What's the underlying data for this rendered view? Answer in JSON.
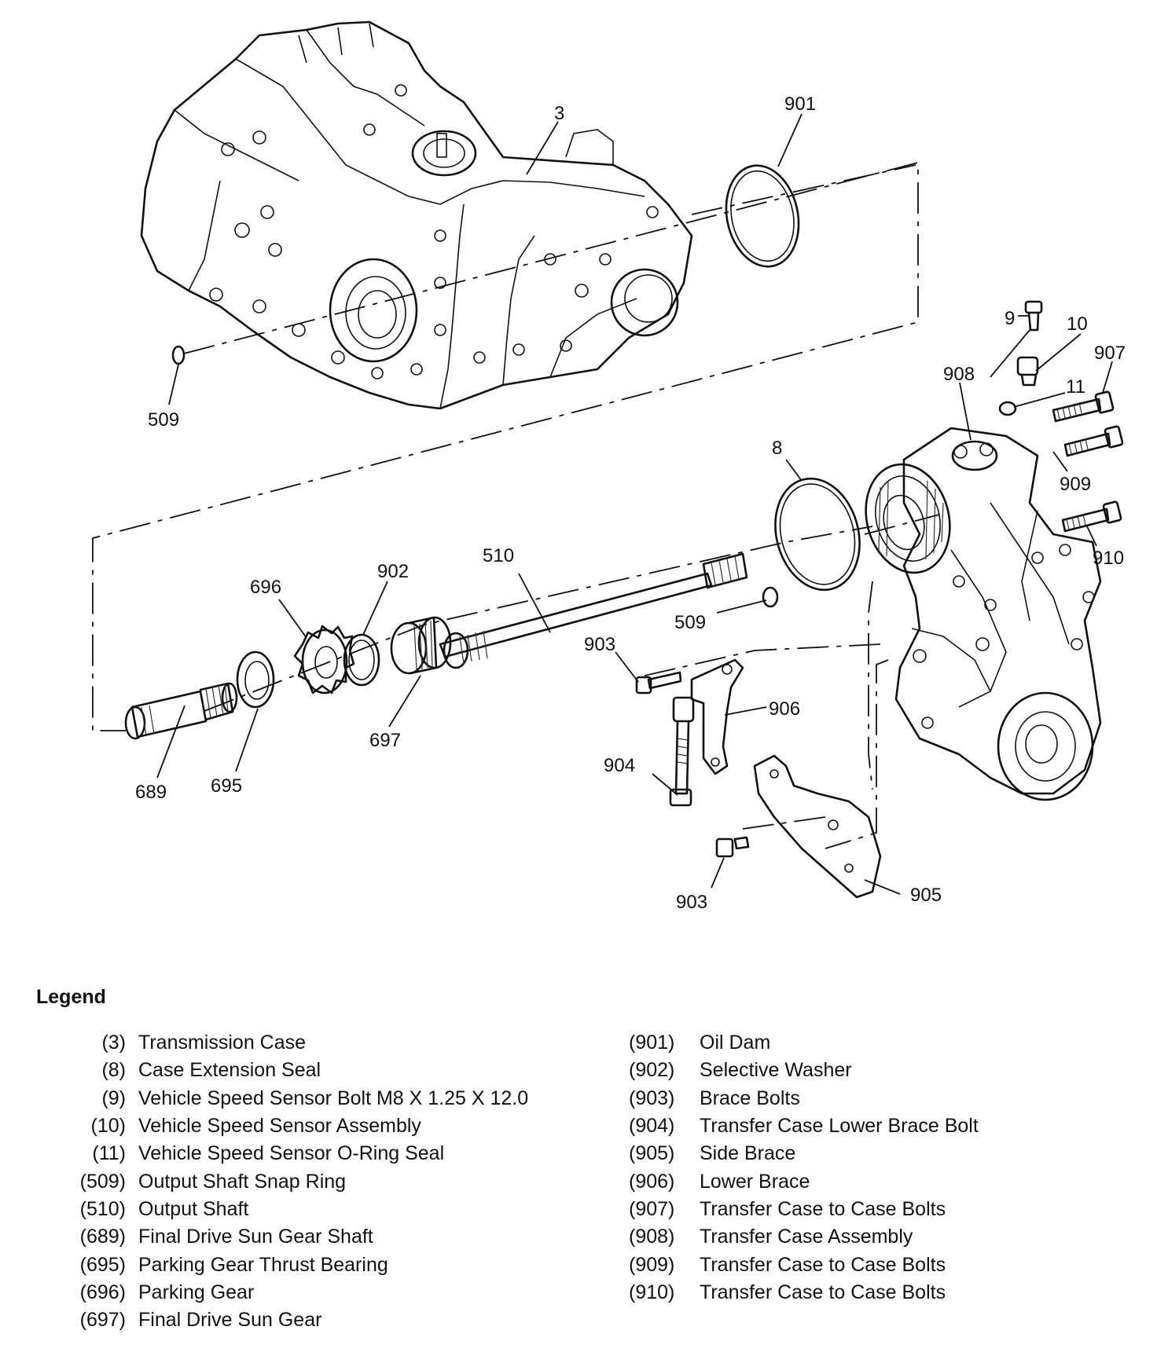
{
  "legend": {
    "title": "Legend",
    "left": [
      {
        "num": "(3)",
        "desc": "Transmission Case"
      },
      {
        "num": "(8)",
        "desc": "Case Extension Seal"
      },
      {
        "num": "(9)",
        "desc": "Vehicle Speed Sensor Bolt M8 X 1.25 X 12.0"
      },
      {
        "num": "(10)",
        "desc": "Vehicle Speed Sensor Assembly"
      },
      {
        "num": "(11)",
        "desc": "Vehicle Speed Sensor O-Ring Seal"
      },
      {
        "num": "(509)",
        "desc": "Output Shaft Snap Ring"
      },
      {
        "num": "(510)",
        "desc": "Output Shaft"
      },
      {
        "num": "(689)",
        "desc": "Final Drive Sun Gear Shaft"
      },
      {
        "num": "(695)",
        "desc": "Parking Gear Thrust Bearing"
      },
      {
        "num": "(696)",
        "desc": "Parking Gear"
      },
      {
        "num": "(697)",
        "desc": "Final Drive Sun Gear"
      }
    ],
    "right": [
      {
        "num": "(901)",
        "desc": "Oil Dam"
      },
      {
        "num": "(902)",
        "desc": "Selective Washer"
      },
      {
        "num": "(903)",
        "desc": "Brace Bolts"
      },
      {
        "num": "(904)",
        "desc": "Transfer Case Lower Brace Bolt"
      },
      {
        "num": "(905)",
        "desc": "Side Brace"
      },
      {
        "num": "(906)",
        "desc": "Lower Brace"
      },
      {
        "num": "(907)",
        "desc": "Transfer Case to Case Bolts"
      },
      {
        "num": "(908)",
        "desc": "Transfer Case Assembly"
      },
      {
        "num": "(909)",
        "desc": "Transfer Case to Case Bolts"
      },
      {
        "num": "(910)",
        "desc": "Transfer Case to Case Bolts"
      }
    ]
  },
  "callouts": {
    "c3": "3",
    "c901": "901",
    "c509a": "509",
    "c9": "9",
    "c10": "10",
    "c907": "907",
    "c908": "908",
    "c11": "11",
    "c8": "8",
    "c909": "909",
    "c910": "910",
    "c510": "510",
    "c902": "902",
    "c696": "696",
    "c509b": "509",
    "c903a": "903",
    "c906": "906",
    "c697": "697",
    "c689": "689",
    "c695": "695",
    "c904": "904",
    "c903b": "903",
    "c905": "905"
  }
}
